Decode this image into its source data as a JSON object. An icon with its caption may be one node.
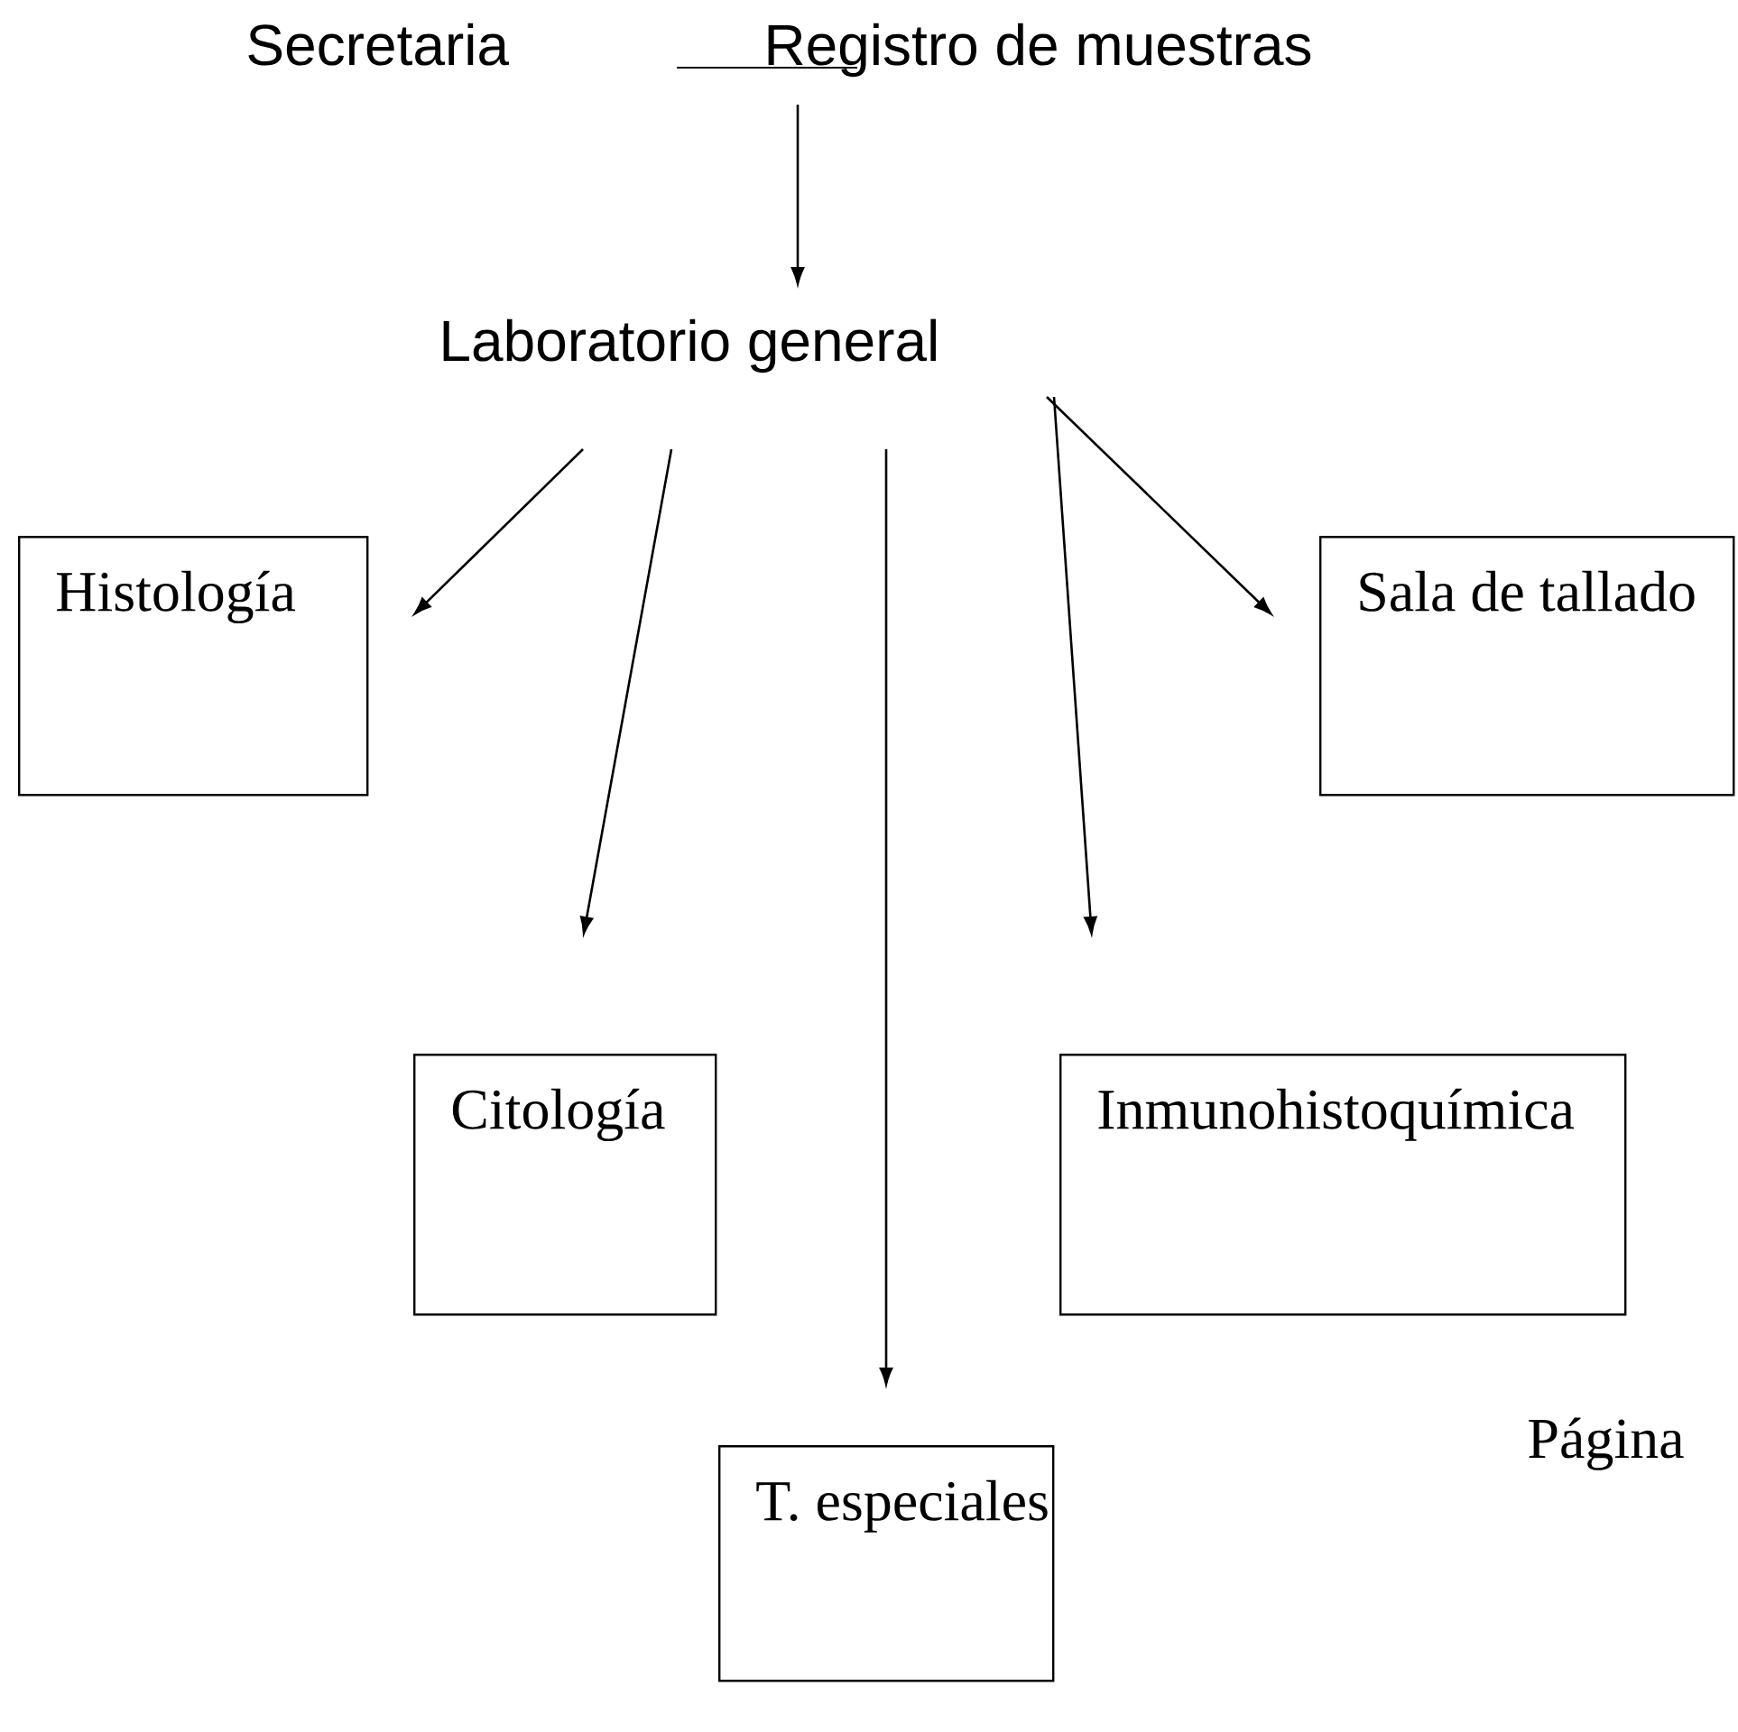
{
  "diagram": {
    "nodes": [
      {
        "text": [
          "Registro de muestras"
        ]
      },
      {
        "text": [
          "Laboratorio general"
        ]
      },
      {
        "text": [
          "Histología"
        ]
      },
      {
        "text": [
          "Sala de tallado"
        ]
      },
      {
        "text": [
          "Citología"
        ]
      },
      {
        "text": [
          "Inmunohistoquímica"
        ]
      },
      {
        "text": [
          "T. especiales"
        ]
      }
    ],
    "edges": [
      {
        "from": 0,
        "to": 1,
        "arrow": "to"
      },
      {
        "from": 1,
        "to": 2,
        "arrow": "to"
      },
      {
        "from": 1,
        "to": 4,
        "arrow": "to"
      },
      {
        "from": 1,
        "to": 6,
        "arrow": "to"
      },
      {
        "from": 1,
        "to": 5,
        "arrow": "to"
      },
      {
        "from": 1,
        "to": 3,
        "arrow": "to"
      }
    ],
    "labels": [
      "Secretaria",
      "Página"
    ]
  }
}
